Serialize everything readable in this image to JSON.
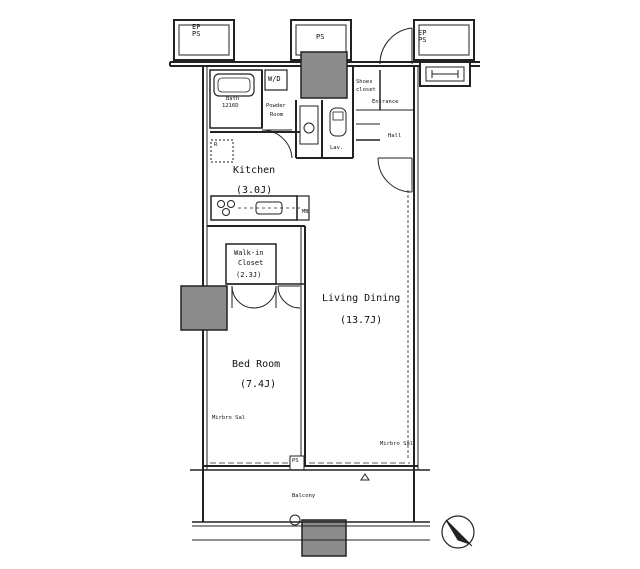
{
  "rooms": {
    "kitchen": {
      "name": "Kitchen",
      "area": "(3.0J)"
    },
    "walk_in_closet": {
      "name_line1": "Walk-in",
      "name_line2": "Closet",
      "area": "(2.3J)"
    },
    "living_dining": {
      "name": "Living Dining",
      "area": "(13.7J)"
    },
    "bed_room": {
      "name": "Bed Room",
      "area": "(7.4J)"
    },
    "bath": {
      "name": "Bath",
      "size": "1216D"
    },
    "powder_room": {
      "name_line1": "Powder",
      "name_line2": "Room"
    },
    "lav": {
      "name": "Lav."
    },
    "shoes_closet": {
      "name_line1": "Shoes",
      "name_line2": "closet"
    },
    "entrance": {
      "name": "Entrance"
    },
    "hall": {
      "name": "Hall"
    },
    "balcony": {
      "name": "Balcony"
    }
  },
  "fixtures": {
    "washer_dryer": "W/D",
    "refrigerator": "R",
    "pipe_space": "PS",
    "pipe_space_stacked": "EP\nPS",
    "pipe_space_floor": "PS",
    "mb": "MB",
    "window_note_bed": "Mirbro Sal",
    "window_note_living": "Mirbro Sal"
  },
  "colors": {
    "line": "#222222",
    "column_fill": "#8c8c8c",
    "wall_fill": "#ffffff"
  },
  "compass": {
    "icon": "north-arrow-icon"
  }
}
